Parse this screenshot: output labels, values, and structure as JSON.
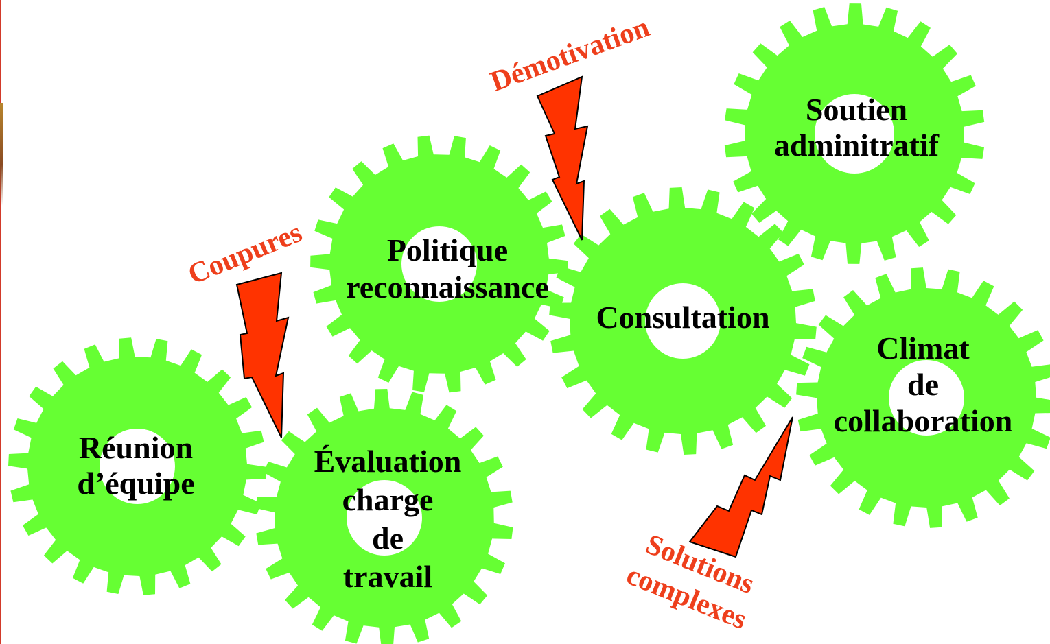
{
  "colors": {
    "gear": "#66ff33",
    "hub": "#ffffff",
    "bolt": "#ff3300",
    "bolt_outline": "#000000",
    "callout_text": "#ee3f1c",
    "gear_text": "#000000"
  },
  "gears": [
    {
      "id": "reunion",
      "lines": [
        "Réunion",
        "d’équipe"
      ]
    },
    {
      "id": "evaluation",
      "lines": [
        "Évaluation",
        "charge",
        "de",
        "travail"
      ]
    },
    {
      "id": "politique",
      "lines": [
        "Politique",
        "reconnaissance"
      ]
    },
    {
      "id": "consultation",
      "lines": [
        "Consultation"
      ]
    },
    {
      "id": "soutien",
      "lines": [
        "Soutien",
        "adminitratif"
      ]
    },
    {
      "id": "climat",
      "lines": [
        "Climat",
        "de",
        "collaboration"
      ]
    }
  ],
  "callouts": [
    {
      "id": "coupures",
      "lines": [
        "Coupures"
      ]
    },
    {
      "id": "demotivation",
      "lines": [
        "Démotivation"
      ]
    },
    {
      "id": "solutions",
      "lines": [
        "Solutions",
        "complexes"
      ]
    }
  ]
}
